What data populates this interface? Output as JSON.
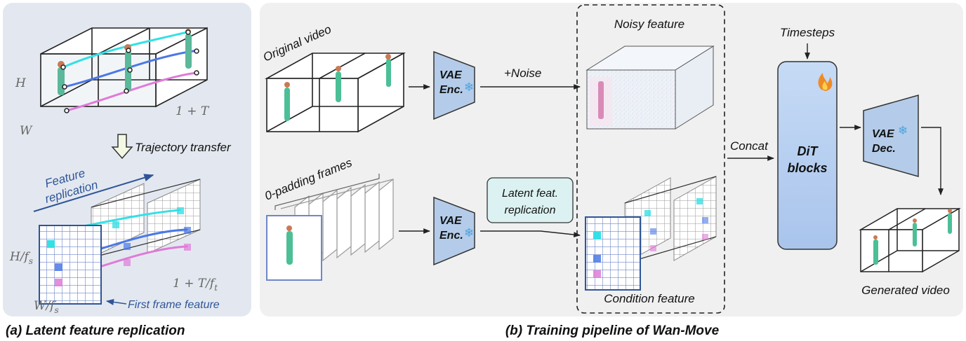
{
  "panel_a": {
    "dim_h": "H",
    "dim_w": "W",
    "dim_t": "1 + T",
    "transfer_label": "Trajectory transfer",
    "feature_replication_1": "Feature",
    "feature_replication_2": "replication",
    "latent_h": "H/f",
    "latent_h_sub": "s",
    "latent_w": "W/f",
    "latent_w_sub": "s",
    "latent_t": "1 + T/f",
    "latent_t_sub": "t",
    "first_frame_label": "First frame feature",
    "caption": "(a) Latent feature replication"
  },
  "panel_b": {
    "original_video": "Original video",
    "padding_frames": "0-padding frames",
    "vae_enc_1": "VAE",
    "vae_enc_2": "Enc.",
    "noise_label": "+Noise",
    "latent_feat_1": "Latent feat.",
    "latent_feat_2": "replication",
    "noisy_feature": "Noisy feature",
    "condition_feature": "Condition feature",
    "concat": "Concat",
    "timesteps": "Timesteps",
    "dit_1": "DiT",
    "dit_2": "blocks",
    "vae_dec_1": "VAE",
    "vae_dec_2": "Dec.",
    "generated_video": "Generated video",
    "caption": "(b) Training pipeline of Wan-Move"
  },
  "colors": {
    "panel_bg": "#f0f0f0",
    "panel_a_bg": "#e3e8f0",
    "block_blue": "#b4cce9",
    "dit_blue": "#b8cff0",
    "label_blue": "#2f5597",
    "traj_cyan": "#34e0e6",
    "traj_blue": "#4a78e6",
    "traj_pink": "#e07ad8",
    "replication_box": "#dcf2f2"
  },
  "icons": [
    "snowflake-icon",
    "flame-icon",
    "down-arrow-icon",
    "person-figure-icon"
  ]
}
